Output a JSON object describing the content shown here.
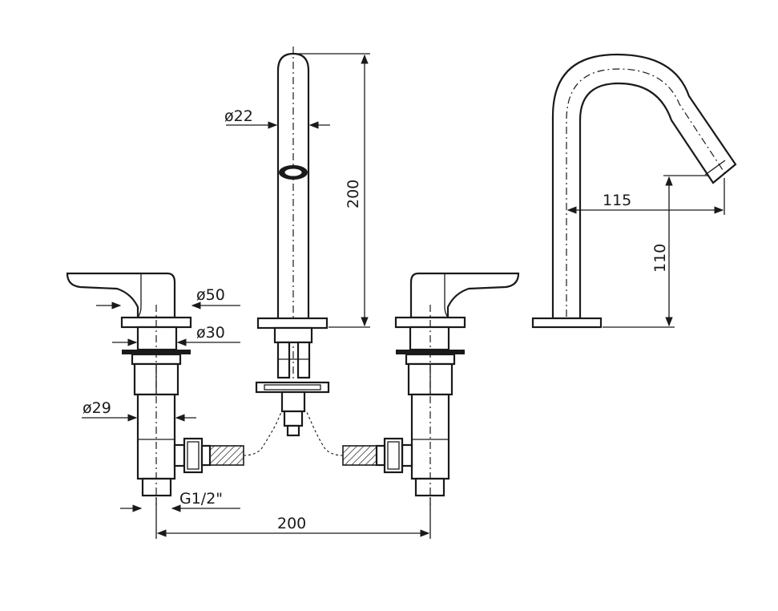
{
  "dimensions": {
    "spout_diameter": "ø22",
    "spout_height": "200",
    "handle_base_diameter": "ø50",
    "handle_body_diameter": "ø30",
    "valve_body_diameter": "ø29",
    "connection_thread": "G1/2\"",
    "centre_spacing": "200",
    "spout_reach": "115",
    "spout_outlet_height": "110"
  }
}
